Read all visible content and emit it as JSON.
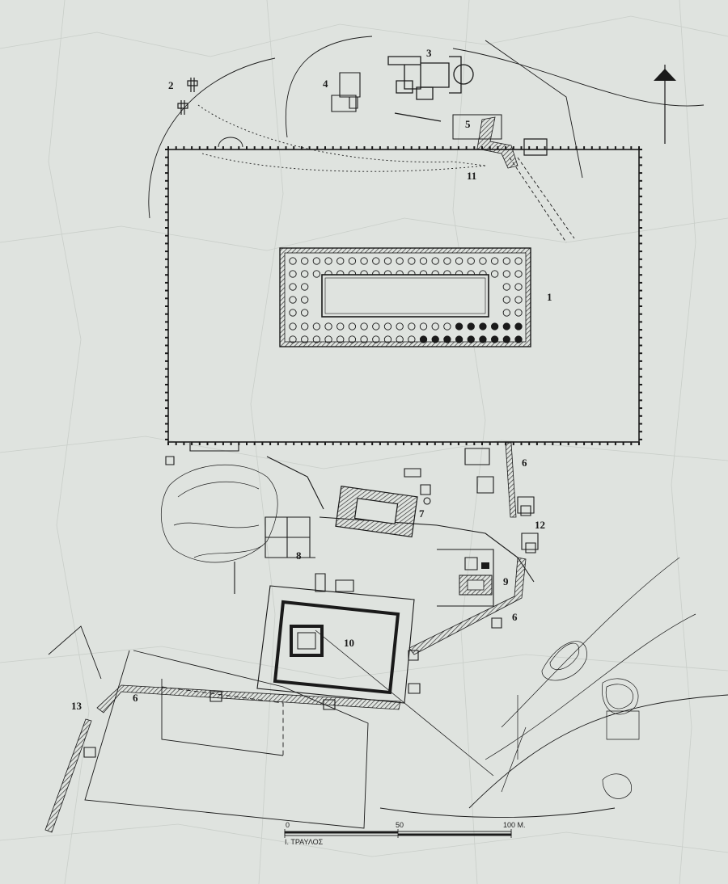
{
  "map": {
    "colors": {
      "paper": "#dfe3df",
      "ink": "#1a1a1a",
      "hatch": "#333333",
      "crack": "#c9cec9"
    },
    "labels": {
      "l1": "1",
      "l2": "2",
      "l3": "3",
      "l4": "4",
      "l5": "5",
      "l6a": "6",
      "l6b": "6",
      "l6c": "6",
      "l7": "7",
      "l8": "8",
      "l9": "9",
      "l10": "10",
      "l11": "11",
      "l12": "12",
      "l13": "13"
    },
    "north_arrow_icon": "north-arrow-icon",
    "scale_bar": {
      "tick_0": "0",
      "tick_50": "50",
      "tick_100": "100 Μ.",
      "author": "Ι. ΤΡΑΥΛΟΣ"
    }
  }
}
